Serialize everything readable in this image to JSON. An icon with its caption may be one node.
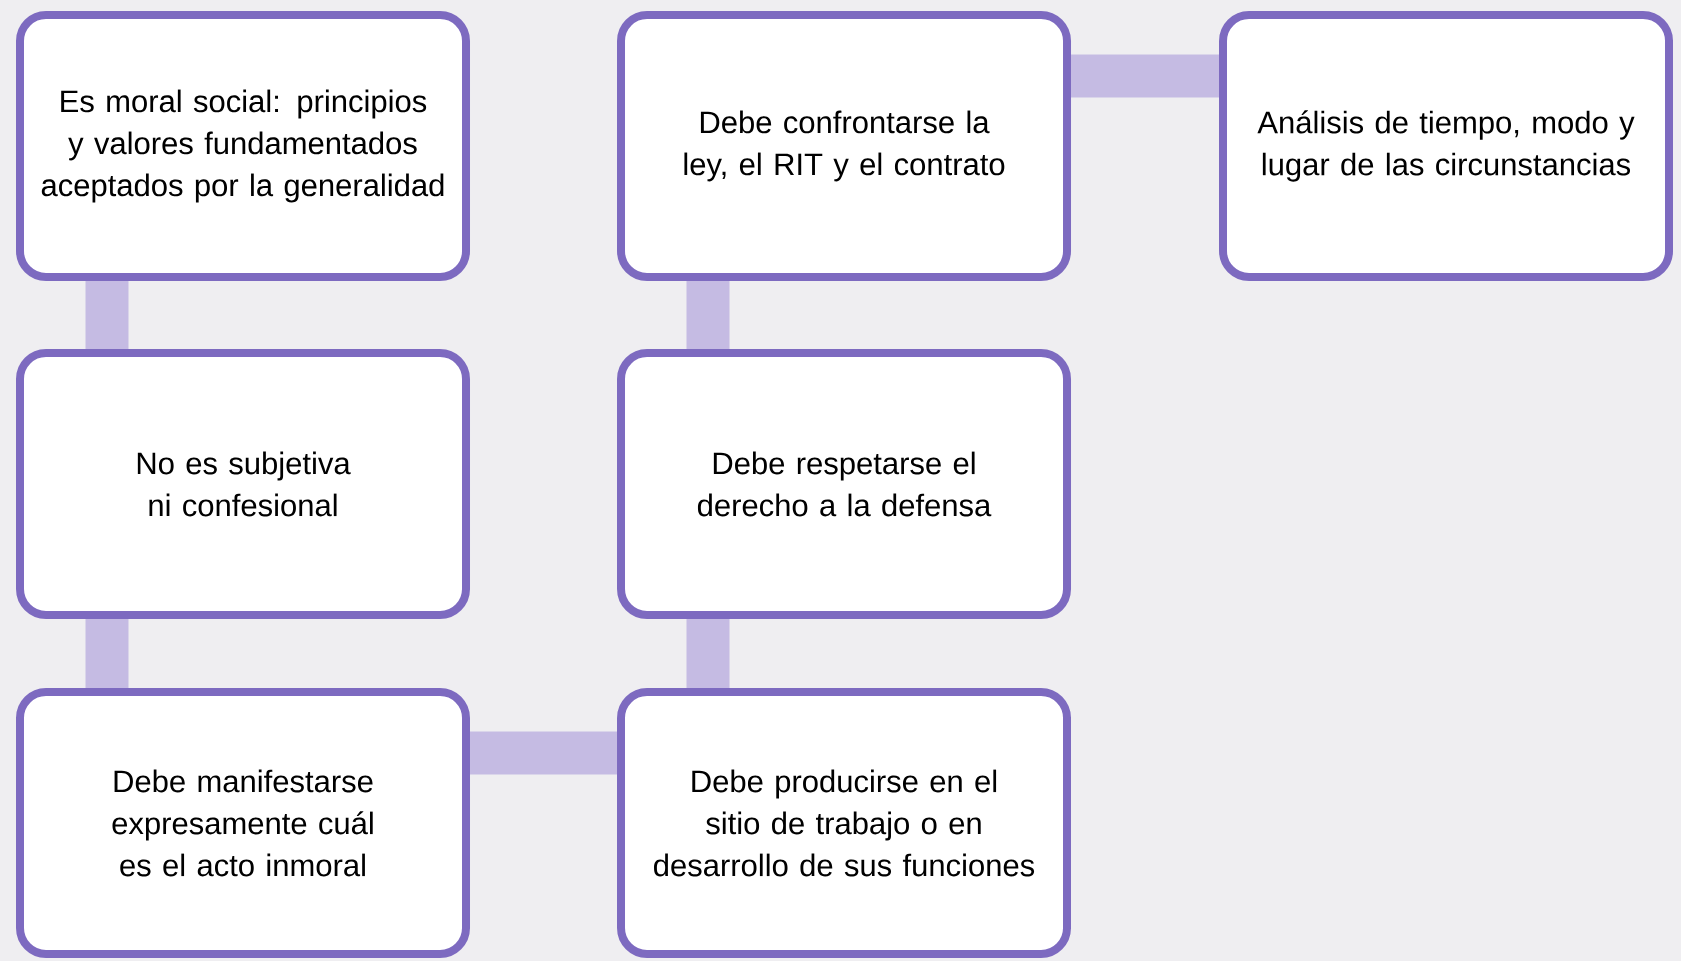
{
  "diagram": {
    "nodes": [
      {
        "text": [
          "Es moral social: principios y valores fundamentados aceptados por la generalidad"
        ]
      },
      {
        "text": [
          "No es subjetiva ni confesional"
        ]
      },
      {
        "text": [
          "Debe manifestarse expresamente cuál es el acto inmoral"
        ]
      },
      {
        "text": [
          "Debe producirse en el sitio de trabajo o en desarrollo de sus funciones"
        ]
      },
      {
        "text": [
          "Debe respetarse el derecho a la defensa"
        ]
      },
      {
        "text": [
          "Debe confrontarse la ley, el RIT y el contrato"
        ]
      },
      {
        "text": [
          "Análisis de tiempo, modo y lugar de las circunstancias"
        ]
      }
    ],
    "edges": [
      {
        "from": 0,
        "to": 1,
        "arrow": "none"
      },
      {
        "from": 1,
        "to": 2,
        "arrow": "none"
      },
      {
        "from": 2,
        "to": 3,
        "arrow": "none"
      },
      {
        "from": 3,
        "to": 4,
        "arrow": "none"
      },
      {
        "from": 4,
        "to": 5,
        "arrow": "none"
      },
      {
        "from": 5,
        "to": 6,
        "arrow": "none"
      }
    ]
  }
}
